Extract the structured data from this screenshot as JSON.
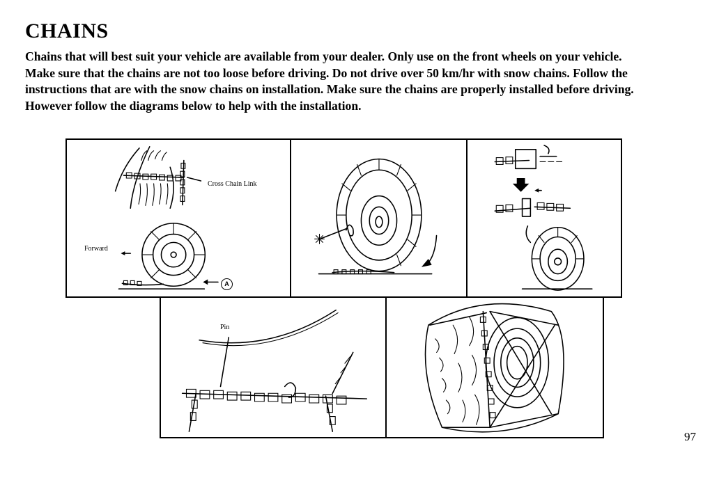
{
  "page": {
    "title": "CHAINS",
    "paragraph_lines": [
      "Chains that will best suit your vehicle are available from your dealer. Only use on the front wheels on your vehicle.",
      "Make sure that the chains are not too loose before driving. Do not drive over 50 km/hr with snow chains. Follow the",
      "instructions that are with the snow chains on installation. Make sure the chains are properly installed before driving.",
      "However follow the diagrams below to help with the installation."
    ],
    "page_number": "97"
  },
  "figures": {
    "fig1": {
      "cross_chain_link_label": "Cross Chain Link",
      "forward_label": "Forward",
      "marker_label": "A"
    },
    "fig4": {
      "pin_label": "Pin"
    }
  }
}
